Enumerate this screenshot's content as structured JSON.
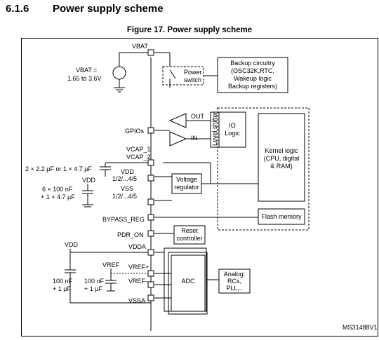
{
  "section": {
    "number": "6.1.6",
    "title": "Power supply scheme"
  },
  "figure": {
    "caption": "Figure 17. Power supply scheme",
    "ref": "MS31488V1"
  },
  "pins": {
    "vbat": "VBAT",
    "gpios": "GPIOs",
    "vcap_1": "VCAP_1",
    "vcap_2": "VCAP_2",
    "vdd": "VDD",
    "vdd_range": "1/2/...4/5",
    "vss": "VSS",
    "vss_range": "1/2/...4/5",
    "bypass_reg": "BYPASS_REG",
    "pdr_on": "PDR_ON",
    "vdda": "VDDA",
    "vref_plus": "VREF+",
    "vref_minus": "VREF-",
    "vssa": "VSSA"
  },
  "supply": {
    "vbat_line1": "VBAT =",
    "vbat_line2": "1.65 to 3.6V"
  },
  "caps": {
    "vcap": "2 × 2.2 µF  or  1 × 4.7 µF",
    "vdd_label": "VDD",
    "vdd_cap1": "6 × 100 nF",
    "vdd_cap2": "+ 1 × 4.7 µF",
    "vdda_label": "VDD",
    "vdda_cap1": "100 nF",
    "vdda_cap2": "+ 1 µF",
    "vref_label": "VREF",
    "vref_cap1": "100 nF",
    "vref_cap2": "+ 1 µF"
  },
  "blocks": {
    "power_switch_1": "Power",
    "power_switch_2": "switch",
    "backup_1": "Backup circuitry",
    "backup_2": "(OSC32K,RTC,",
    "backup_3": "Wakeup logic",
    "backup_4": "Backup registers)",
    "out": "OUT",
    "in": "IN",
    "level_shifter": "Level shifter",
    "io_logic_1": "IO",
    "io_logic_2": "Logic",
    "kernel_1": "Kernel logic",
    "kernel_2": "(CPU, digital",
    "kernel_3": "& RAM)",
    "regulator_1": "Voltage",
    "regulator_2": "regulator",
    "flash": "Flash memory",
    "reset_1": "Reset",
    "reset_2": "controller",
    "adc": "ADC",
    "analog_1": "Analog:",
    "analog_2": "RCs,",
    "analog_3": "PLL,.."
  }
}
